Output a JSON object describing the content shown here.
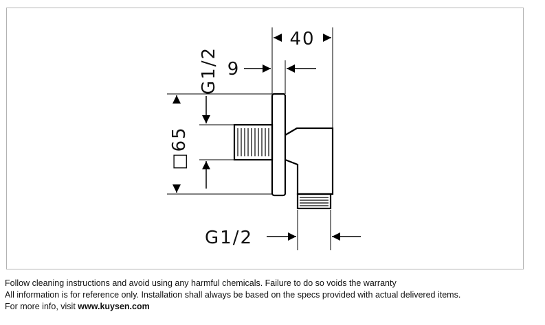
{
  "dimensions": {
    "top_overall": "40",
    "top_offset": "9",
    "left_thread": "G1/2",
    "left_height": "□65",
    "bottom_thread": "G1/2"
  },
  "footer": {
    "line1": "Follow cleaning instructions and avoid using any harmful chemicals. Failure to do so voids the warranty",
    "line2": "All information is for reference only. Installation shall always be based on the specs provided with actual delivered items.",
    "line3_prefix": "For more info, visit ",
    "line3_link": "www.kuysen.com"
  }
}
